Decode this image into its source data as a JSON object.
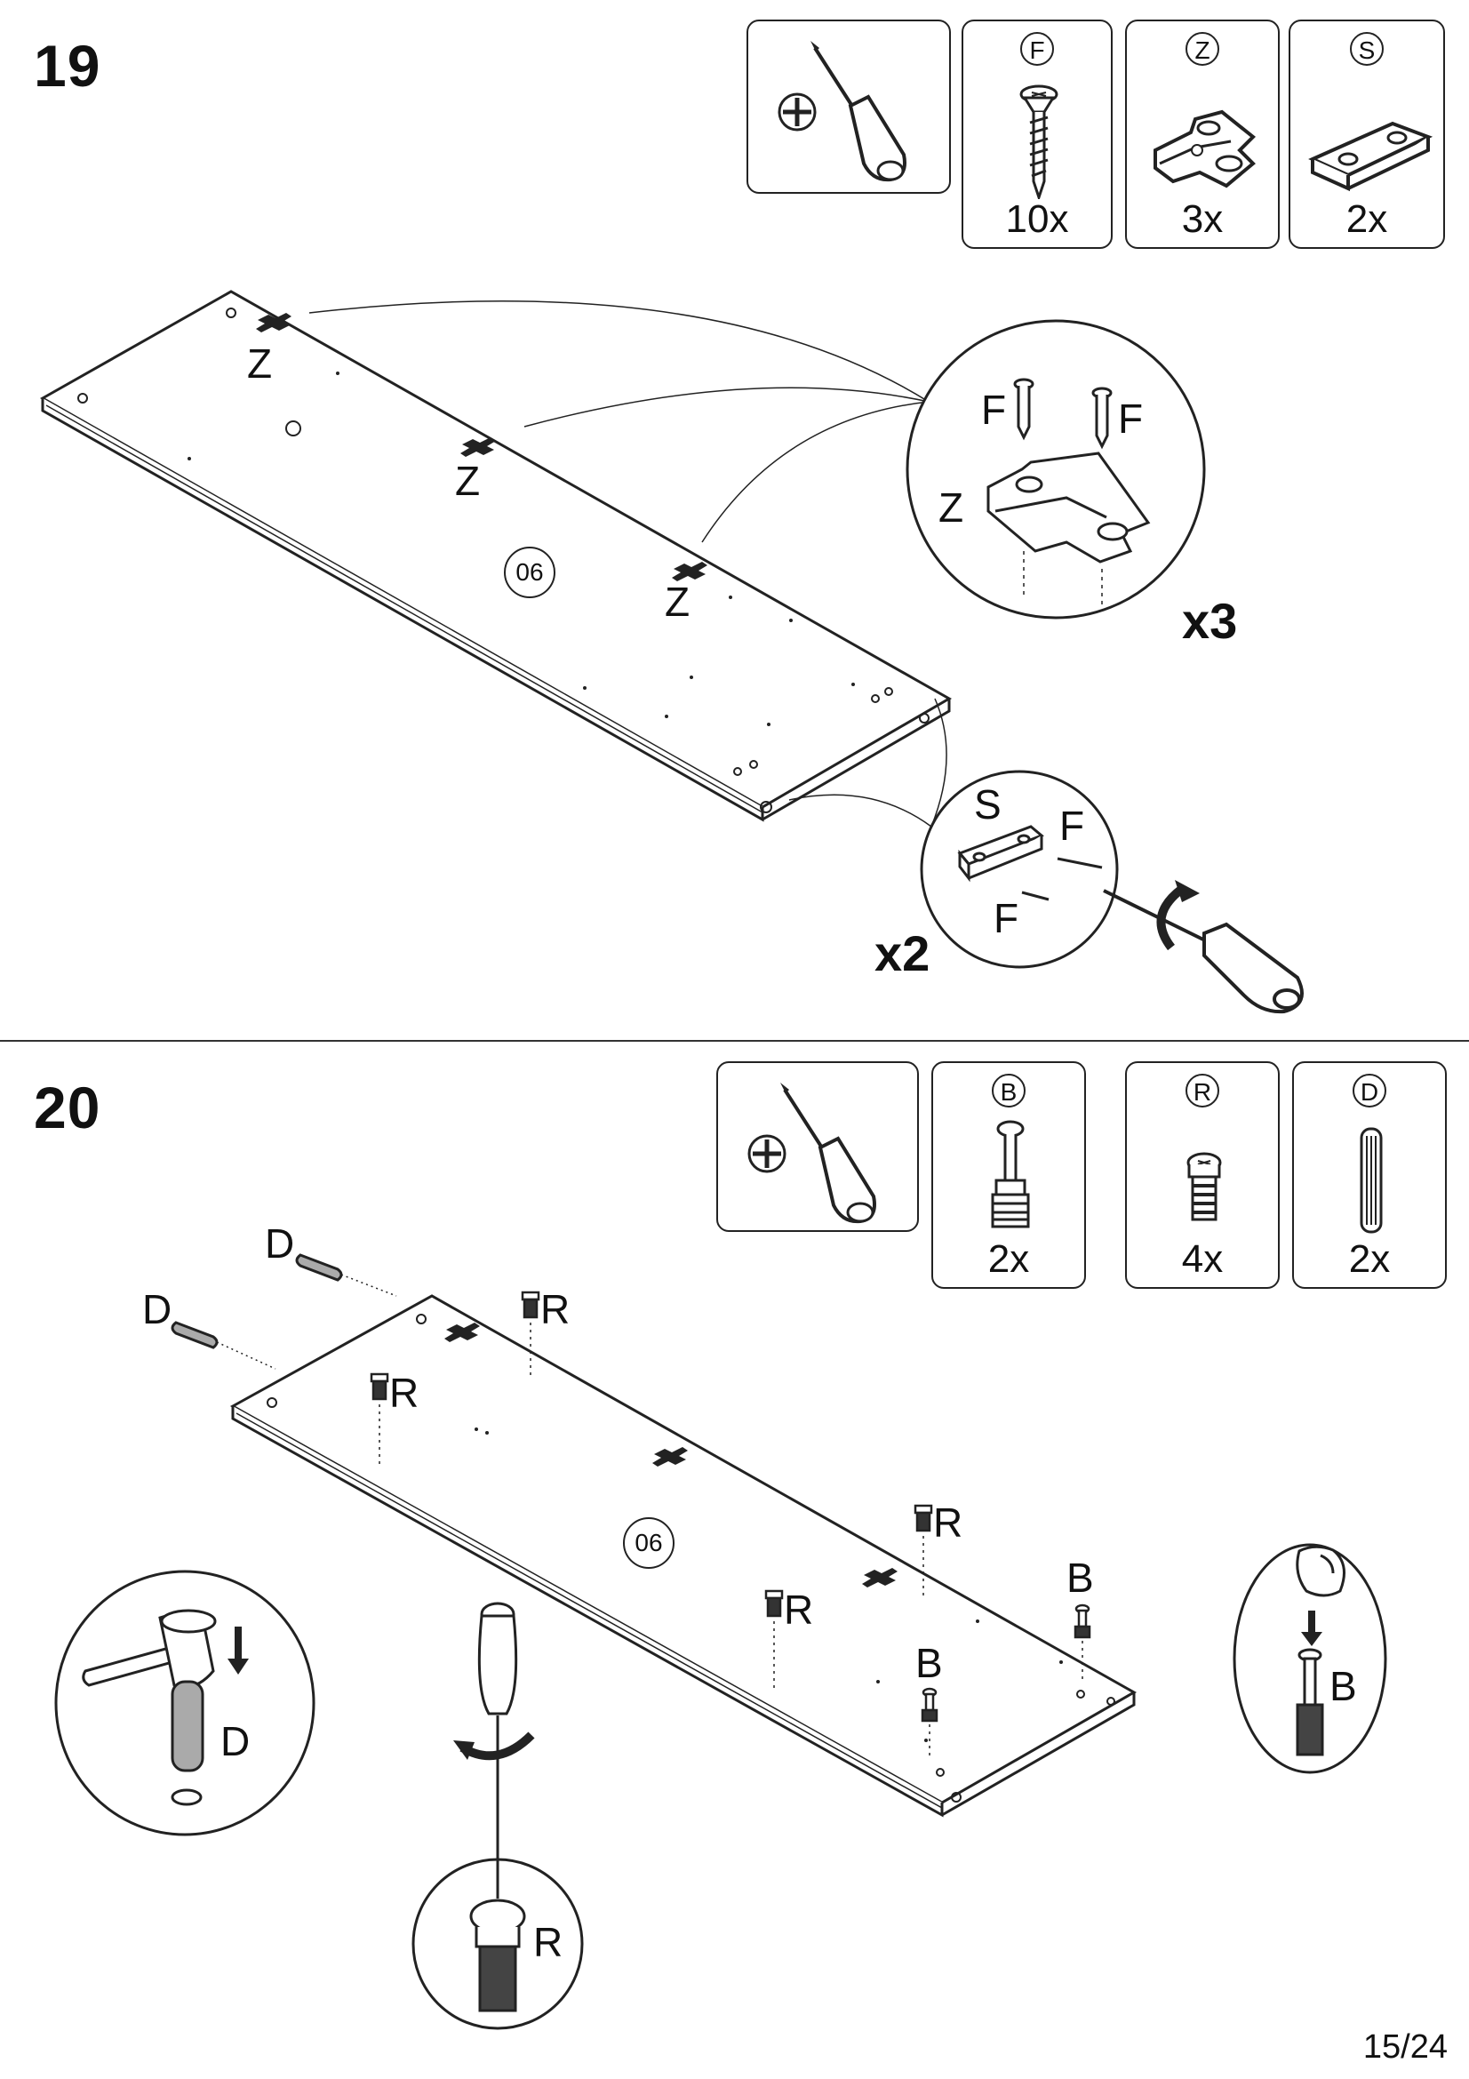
{
  "page_number": "15/24",
  "step19": {
    "number": "19",
    "parts": [
      {
        "letter": "F",
        "qty": "10x",
        "icon": "wood-screw-icon"
      },
      {
        "letter": "Z",
        "qty": "3x",
        "icon": "hinge-plate-icon"
      },
      {
        "letter": "S",
        "qty": "2x",
        "icon": "strike-block-icon"
      }
    ],
    "tool_icon": "phillips-screwdriver-icon",
    "panel_label": "06",
    "labels": {
      "z": "Z",
      "f": "F",
      "s": "S"
    },
    "detail_multipliers": [
      "x3",
      "x2"
    ]
  },
  "step20": {
    "number": "20",
    "parts": [
      {
        "letter": "B",
        "qty": "2x",
        "icon": "cam-bolt-icon"
      },
      {
        "letter": "R",
        "qty": "4x",
        "icon": "cam-dowel-icon"
      },
      {
        "letter": "D",
        "qty": "2x",
        "icon": "wood-dowel-icon"
      }
    ],
    "tool_icon": "phillips-screwdriver-icon",
    "panel_label": "06",
    "labels": {
      "d": "D",
      "r": "R",
      "b": "B"
    }
  }
}
